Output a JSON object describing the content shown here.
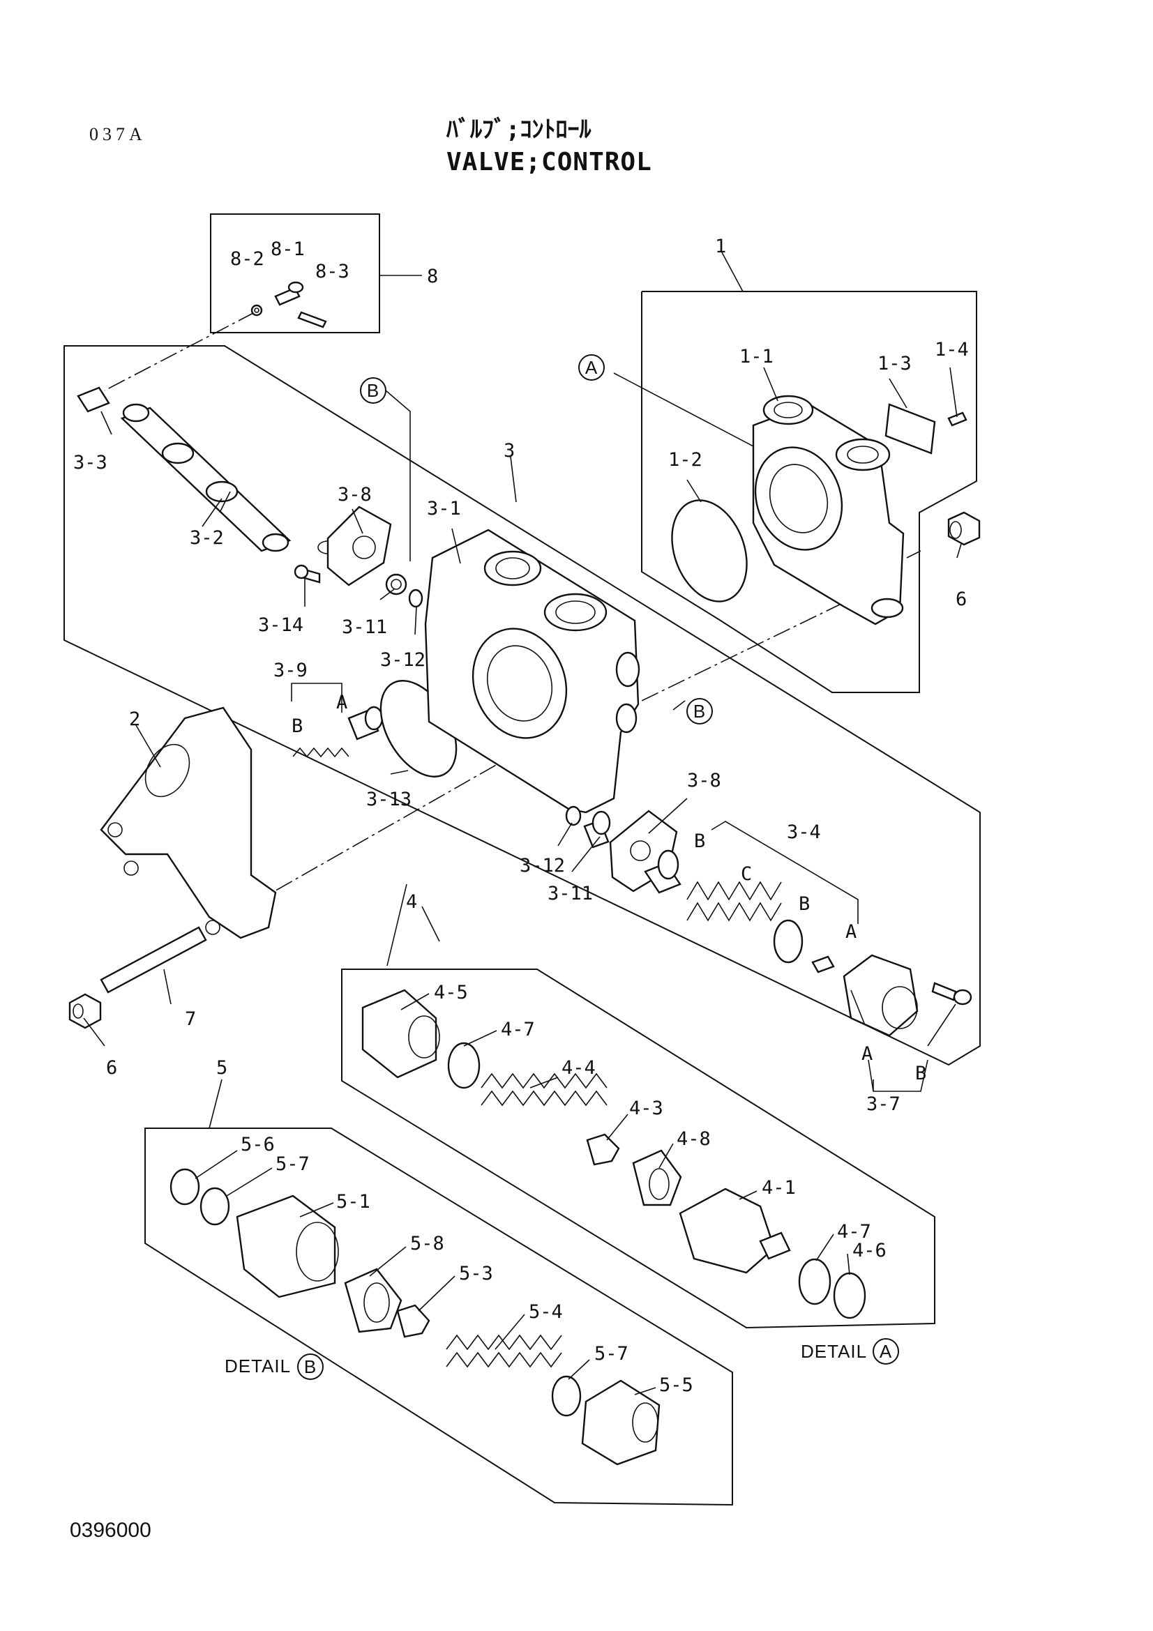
{
  "header": {
    "page_code": "037A",
    "title_jp": "ﾊﾞﾙﾌﾞ;ｺﾝﾄﾛｰﾙ",
    "title_en": "VALVE;CONTROL"
  },
  "footer": {
    "drawing_number": "0396000"
  },
  "callouts": {
    "c1": "1",
    "c1_1": "1-1",
    "c1_2": "1-2",
    "c1_3": "1-3",
    "c1_4": "1-4",
    "c2": "2",
    "c3": "3",
    "c3_1": "3-1",
    "c3_2": "3-2",
    "c3_3": "3-3",
    "c3_4": "3-4",
    "c3_7": "3-7",
    "c3_8a": "3-8",
    "c3_8b": "3-8",
    "c3_9": "3-9",
    "c3_11a": "3-11",
    "c3_11b": "3-11",
    "c3_12a": "3-12",
    "c3_12b": "3-12",
    "c3_13": "3-13",
    "c3_14": "3-14",
    "c4": "4",
    "c4_1": "4-1",
    "c4_3": "4-3",
    "c4_4": "4-4",
    "c4_5": "4-5",
    "c4_6": "4-6",
    "c4_7a": "4-7",
    "c4_7b": "4-7",
    "c4_8": "4-8",
    "c5": "5",
    "c5_1": "5-1",
    "c5_3": "5-3",
    "c5_4": "5-4",
    "c5_5": "5-5",
    "c5_6": "5-6",
    "c5_7a": "5-7",
    "c5_7b": "5-7",
    "c5_8": "5-8",
    "c6a": "6",
    "c6b": "6",
    "c7": "7",
    "c8": "8",
    "c8_1": "8-1",
    "c8_2": "8-2",
    "c8_3": "8-3"
  },
  "subletters": {
    "s39_a": "A",
    "s39_b": "B",
    "s34_b1": "B",
    "s34_c": "C",
    "s34_b2": "B",
    "s34_a": "A",
    "s37_a": "A",
    "s37_b": "B"
  },
  "detail_refs": {
    "circle_a": "A",
    "circle_b_top": "B",
    "circle_b_right": "B",
    "detail_a_text": "DETAIL",
    "detail_a_letter": "A",
    "detail_b_text": "DETAIL",
    "detail_b_letter": "B"
  }
}
